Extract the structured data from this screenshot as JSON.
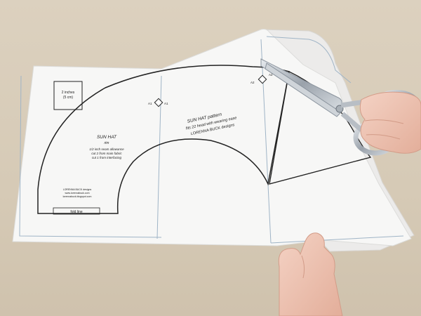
{
  "pattern": {
    "left": {
      "scale_square_line1": "2 inches",
      "scale_square_line2": "(5 cm)",
      "title": "SUN HAT",
      "subtitle": "rim",
      "notes": [
        "1/2 inch seam allowance",
        "cut 2 from main fabric",
        "cut 1 from interfacing"
      ],
      "credit": [
        "LORENNA BUCK designs",
        "www.lorennabuck.com",
        "lorennabuck.blogspot.com"
      ],
      "fold_line": "fold line",
      "notch_a1": "A1"
    },
    "right": {
      "title": "SUN HAT   pattern",
      "size_note": "fits 22   head with wearing ease",
      "designer": "LORENNA BUCK designs",
      "notch_a1": "A1",
      "notch_a2_left": "A2",
      "notch_a2_right": "A2"
    }
  },
  "colors": {
    "table": "#d8ccb9",
    "paper": "#f7f7f6",
    "ink": "#222222",
    "border_blue": "#9fb4c6",
    "scissors_steel": "#b9bfc6",
    "skin": "#f1c7b6"
  }
}
